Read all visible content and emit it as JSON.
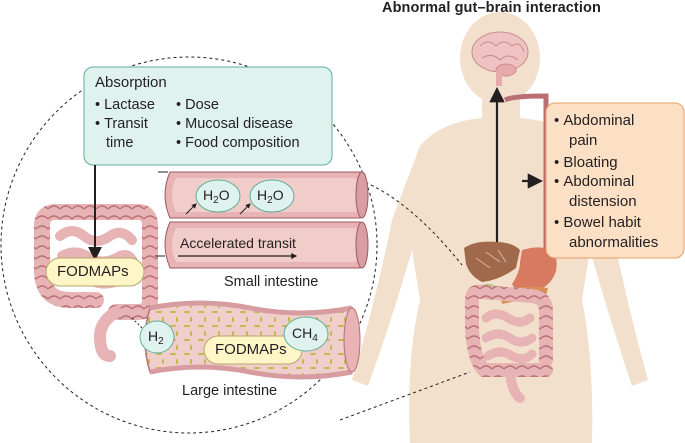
{
  "title": "Abnormal gut–brain interaction",
  "absorption": {
    "heading": "Absorption",
    "left_items": [
      {
        "label": "Lactase"
      },
      {
        "label": "Transit",
        "cont": "time"
      }
    ],
    "right_items": [
      {
        "label": "Dose"
      },
      {
        "label": "Mucosal disease"
      },
      {
        "label": "Food composition"
      }
    ]
  },
  "fodmaps_label": "FODMAPs",
  "small_intestine": {
    "caption": "Small intestine",
    "transit_label": "Accelerated transit",
    "molecules": [
      {
        "base": "H",
        "sub1": "2",
        "rest": "O"
      },
      {
        "base": "H",
        "sub1": "2",
        "rest": "O"
      }
    ]
  },
  "large_intestine": {
    "caption": "Large intestine",
    "fodmaps_label": "FODMAPs",
    "gas_left": {
      "base": "H",
      "sub": "2"
    },
    "gas_right": {
      "base": "CH",
      "sub": "4"
    }
  },
  "symptoms": [
    {
      "label": "Abdominal",
      "cont": "pain"
    },
    {
      "label": "Bloating"
    },
    {
      "label": "Abdominal",
      "cont": "distension"
    },
    {
      "label": "Bowel habit",
      "cont": "abnormalities"
    }
  ],
  "colors": {
    "body_skin": "#f3e0cc",
    "teal_box": "#dff2ee",
    "teal_stroke": "#5fae9c",
    "orange_box": "#fbe0c6",
    "orange_stroke": "#e9a062",
    "intestine": "#e7b3b4",
    "intestine_dark": "#b96f74",
    "fodmap_pill": "#fff6c8",
    "brain": "#f0c3c3",
    "liver": "#a0694c",
    "stomach": "#d77a5f"
  }
}
